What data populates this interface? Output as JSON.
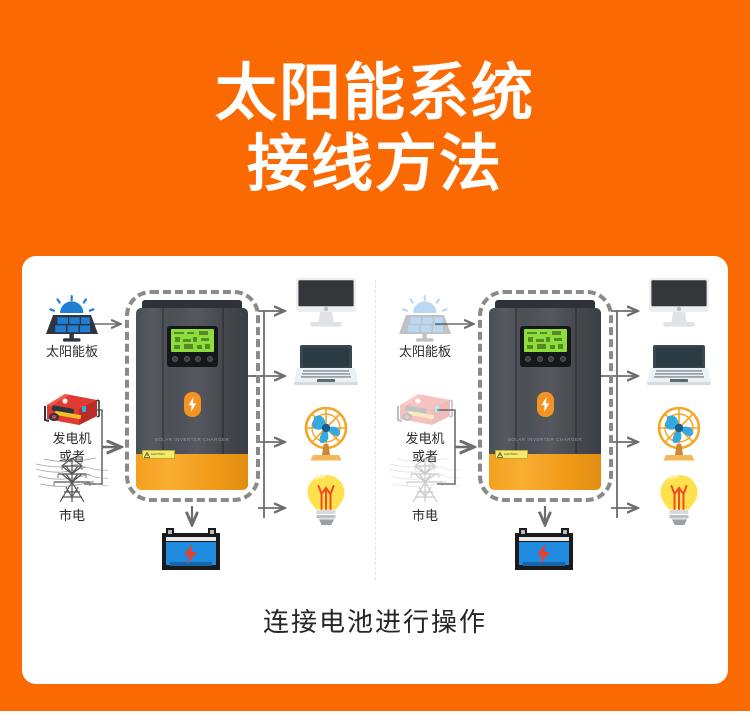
{
  "theme": {
    "background_orange": "#fb6a02",
    "card_background": "#ffffff",
    "title_color": "#ffffff",
    "caption_color": "#262626",
    "solar_blue": "#1e7fd4",
    "generator_red": "#e03a33",
    "battery_blue": "#1e8ae0",
    "bolt_orange": "#f49321",
    "inverter_body": "#4b4f56",
    "lcd_green": "#8ddd3c",
    "fan_blue": "#35a8e0",
    "bulb_yellow": "#ffe14d"
  },
  "header": {
    "title_line_1": "太阳能系统",
    "title_line_2": "接线方法"
  },
  "caption": {
    "text": "连接电池进行操作"
  },
  "diagram": {
    "sources": [
      {
        "key": "solar",
        "icon": "solar-panel-icon",
        "label": "太阳能板"
      },
      {
        "key": "generator",
        "icon": "generator-icon",
        "label": "发电机"
      },
      {
        "key": "or",
        "icon": "",
        "label": "或者"
      },
      {
        "key": "grid",
        "icon": "power-transmission-tower-icon",
        "label": "市电"
      }
    ],
    "inverter": {
      "brand_text": "SOLAR INVERTER CHARGER",
      "caution_text": "CAUTION",
      "badge_icon": "lightning-bolt-icon",
      "display_icon": "lcd-screen-icon",
      "highlight": "dashed-focus-ring"
    },
    "battery": {
      "icon": "battery-icon",
      "badge_icon": "lightning-bolt-icon"
    },
    "loads": [
      {
        "key": "monitor",
        "icon": "desktop-monitor-icon"
      },
      {
        "key": "laptop",
        "icon": "laptop-icon"
      },
      {
        "key": "fan",
        "icon": "electric-fan-icon"
      },
      {
        "key": "bulb",
        "icon": "light-bulb-icon"
      }
    ],
    "panels": [
      {
        "key": "left",
        "faded_sources": false
      },
      {
        "key": "right",
        "faded_sources": true
      }
    ]
  }
}
